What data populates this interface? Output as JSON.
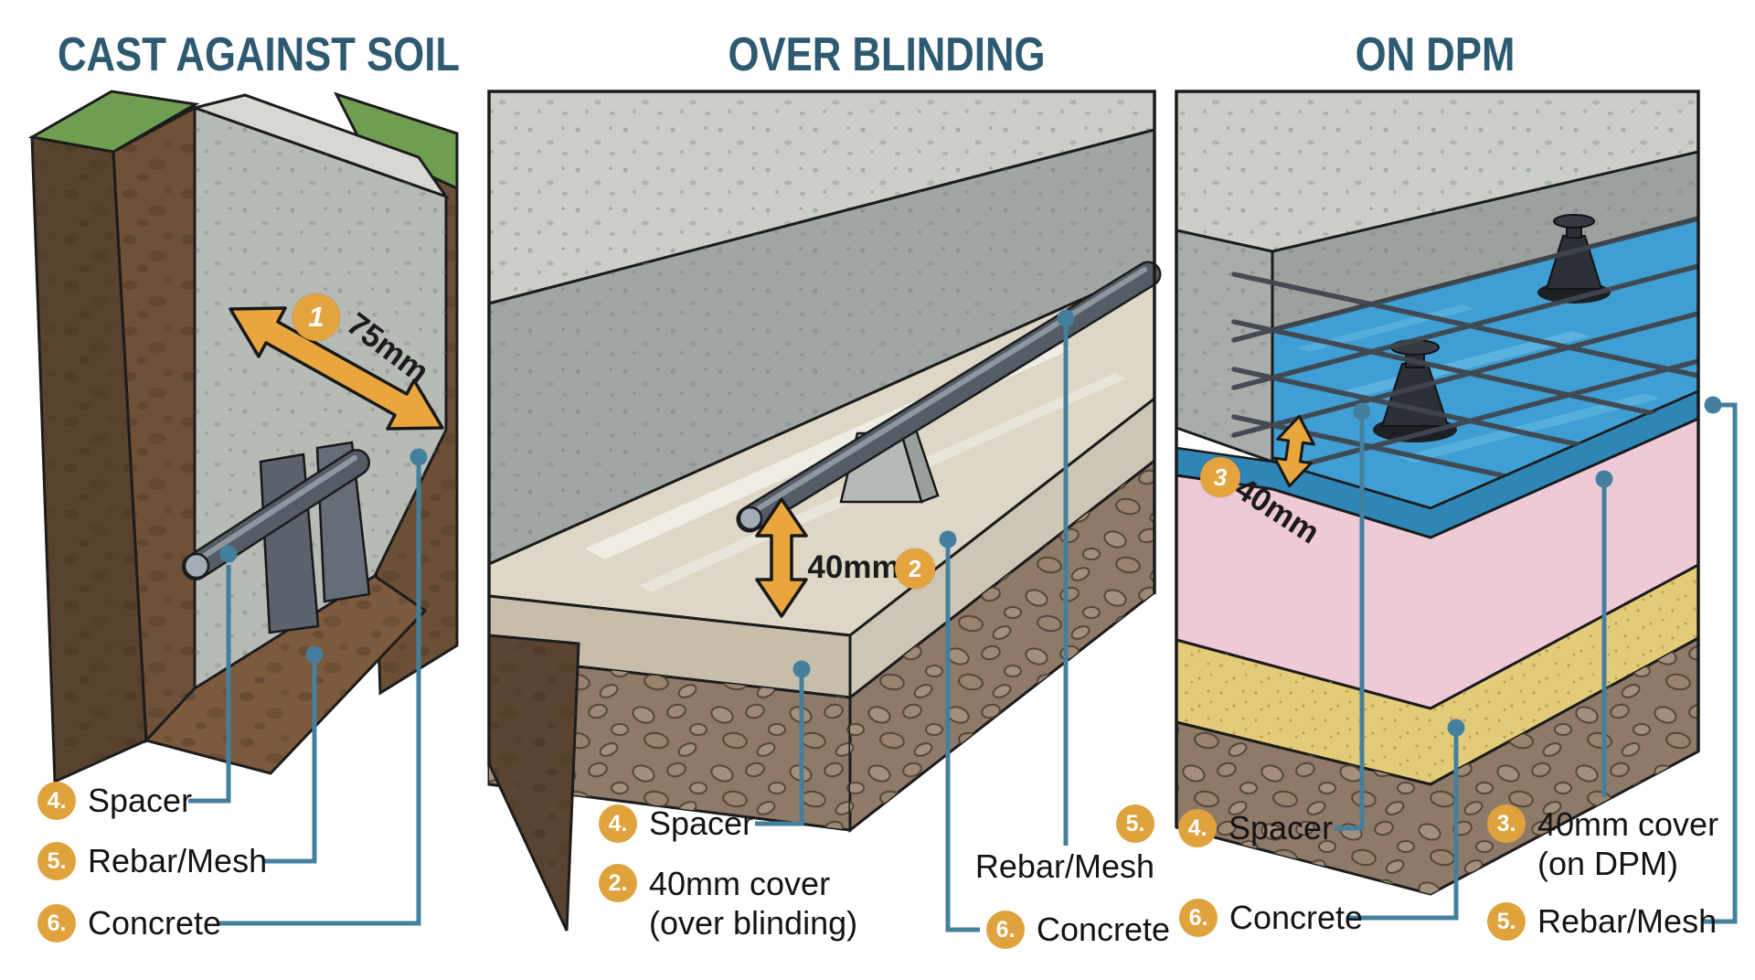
{
  "titles": {
    "panel1": "CAST AGAINST SOIL",
    "panel2": "OVER BLINDING",
    "panel3": "ON DPM"
  },
  "annotations": {
    "panel1_measure": {
      "badge": "1",
      "text": "75mm"
    },
    "panel2_measure": {
      "badge": "2",
      "text": "40mm"
    },
    "panel3_measure": {
      "badge": "3",
      "text": "40mm"
    }
  },
  "labels": {
    "panel1": [
      {
        "badge": "4.",
        "text": "Spacer"
      },
      {
        "badge": "5.",
        "text": "Rebar/Mesh"
      },
      {
        "badge": "6.",
        "text": "Concrete"
      }
    ],
    "panel2_left": [
      {
        "badge": "4.",
        "text": "Spacer"
      },
      {
        "badge": "2.",
        "line1": "40mm cover",
        "line2": "(over blinding)"
      }
    ],
    "panel2_right": [
      {
        "badge": "5.",
        "text": "Rebar/Mesh"
      },
      {
        "badge": "6.",
        "text": "Concrete"
      }
    ],
    "panel3_left": [
      {
        "badge": "4.",
        "text": "Spacer"
      },
      {
        "badge": "6.",
        "text": "Concrete"
      }
    ],
    "panel3_right": [
      {
        "badge": "3.",
        "line1": "40mm cover",
        "line2": "(on DPM)"
      },
      {
        "badge": "5.",
        "text": "Rebar/Mesh"
      }
    ]
  },
  "colors": {
    "title": "#2d5a70",
    "badge_orange": "#dfa23c",
    "leader_teal": "#44809e",
    "arrow_orange": "#eaa63e",
    "dpm_blue": "#3f9ed3",
    "insulation_pink": "#eec9d8",
    "sand_yellow": "#e3cc79",
    "hardcore_brown": "#8d7a69",
    "concrete_gray": "#a9afab",
    "soil_brown": "#6b4f36",
    "grass_green": "#6f9e52"
  }
}
